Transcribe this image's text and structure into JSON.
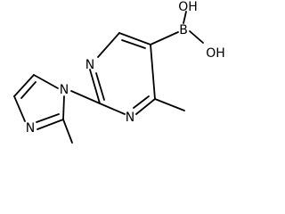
{
  "molecule": {
    "atom_labels": {
      "n_pyr_top": "N",
      "n_pyr_right": "N",
      "b": "B",
      "oh_top": "OH",
      "oh_right": "OH",
      "n_imid_left": "N",
      "n_imid_bottom": "N"
    }
  }
}
